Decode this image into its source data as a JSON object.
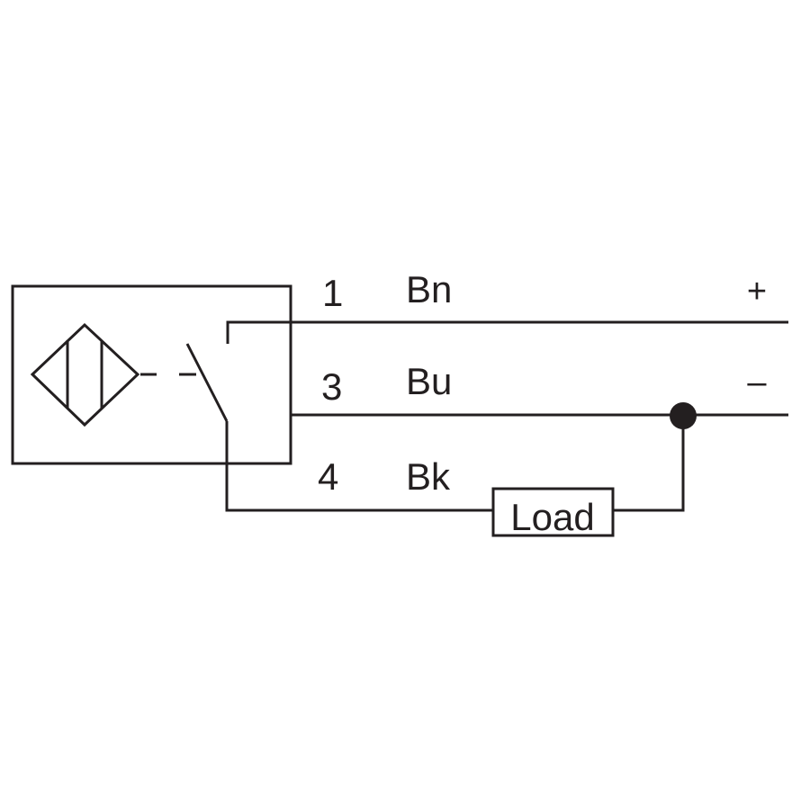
{
  "wires": [
    {
      "pin": "1",
      "color": "Bn",
      "polarity": "+"
    },
    {
      "pin": "3",
      "color": "Bu",
      "polarity": "–"
    },
    {
      "pin": "4",
      "color": "Bk"
    }
  ],
  "load": {
    "label": "Load"
  }
}
